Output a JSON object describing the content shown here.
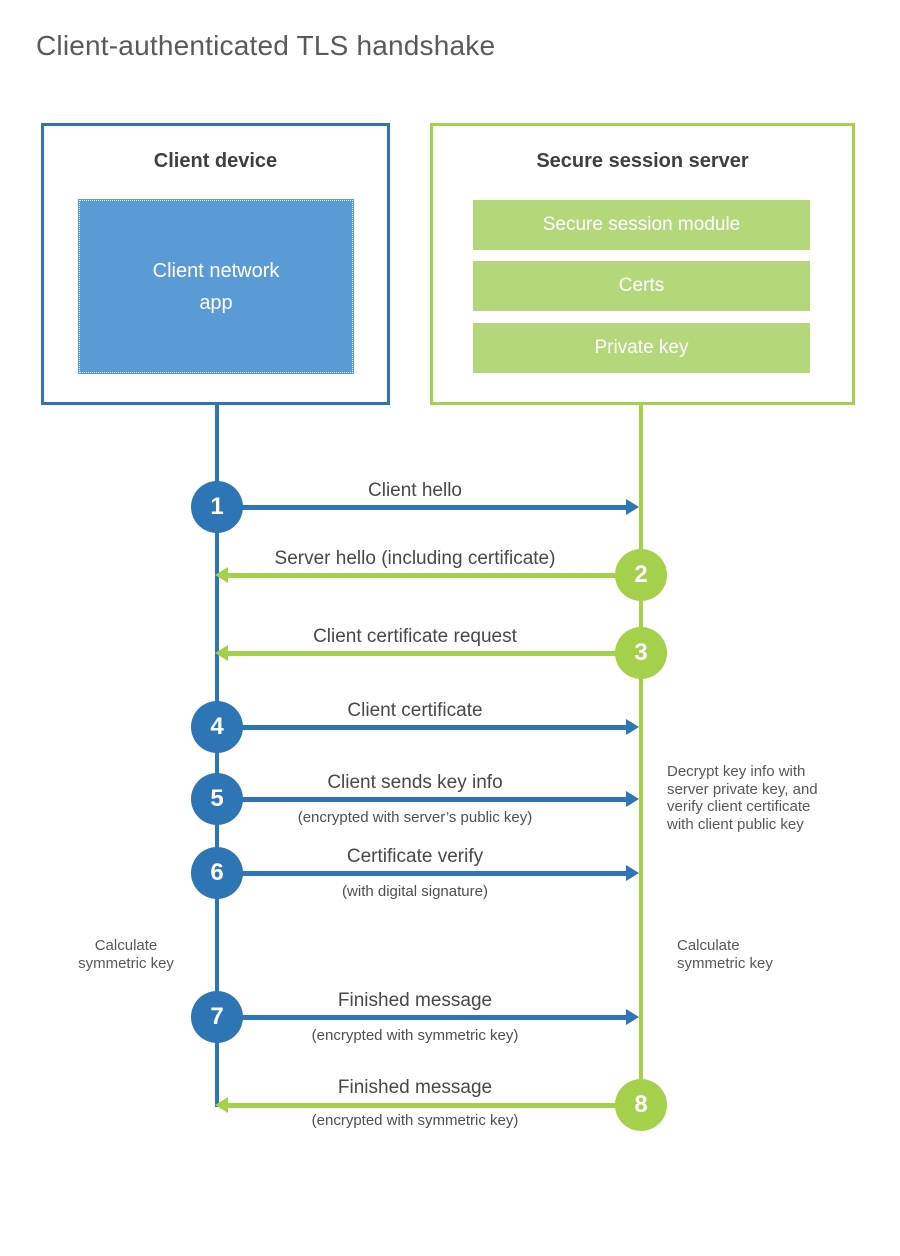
{
  "title": "Client-authenticated TLS handshake",
  "client": {
    "title": "Client device",
    "app": "Client network\napp"
  },
  "server": {
    "title": "Secure session server",
    "modules": [
      "Secure session module",
      "Certs",
      "Private key"
    ]
  },
  "steps": [
    {
      "num": "1",
      "label": "Client hello",
      "sub": "",
      "from": "client",
      "direction": "right"
    },
    {
      "num": "2",
      "label": "Server hello (including certificate)",
      "sub": "",
      "from": "server",
      "direction": "left"
    },
    {
      "num": "3",
      "label": "Client certificate request",
      "sub": "",
      "from": "server",
      "direction": "left"
    },
    {
      "num": "4",
      "label": "Client certificate",
      "sub": "",
      "from": "client",
      "direction": "right"
    },
    {
      "num": "5",
      "label": "Client sends key info",
      "sub": "(encrypted with server’s public key)",
      "from": "client",
      "direction": "right"
    },
    {
      "num": "6",
      "label": "Certificate verify",
      "sub": "(with digital signature)",
      "from": "client",
      "direction": "right"
    },
    {
      "num": "7",
      "label": "Finished message",
      "sub": "(encrypted with symmetric key)",
      "from": "client",
      "direction": "right"
    },
    {
      "num": "8",
      "label": "Finished message",
      "sub": "(encrypted with symmetric key)",
      "from": "server",
      "direction": "left"
    }
  ],
  "notes": {
    "decrypt": "Decrypt key info with\nserver private key, and\nverify client certificate\nwith client public key",
    "calc_left": "Calculate\nsymmetric key",
    "calc_right": "Calculate\nsymmetric key"
  },
  "colors": {
    "blue": "#2e75b5",
    "blue_light": "#5b9bd5",
    "green": "#a4d04c",
    "green_light": "#b4d77b"
  }
}
